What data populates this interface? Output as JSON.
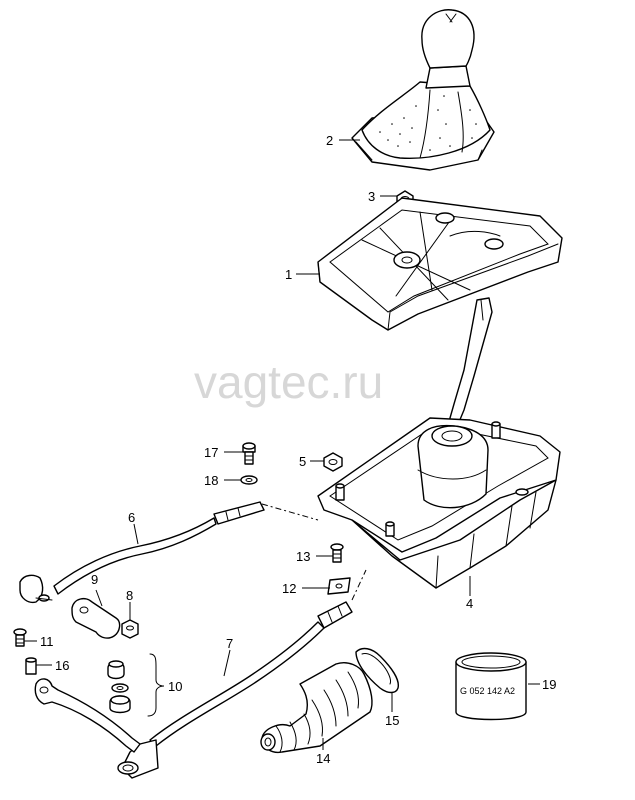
{
  "watermark": "vagtec.ru",
  "part_stamp": "G 052 142 A2",
  "labels": {
    "p1": "1",
    "p2": "2",
    "p3": "3",
    "p4": "4",
    "p5": "5",
    "p6": "6",
    "p7": "7",
    "p8": "8",
    "p9": "9",
    "p10": "10",
    "p11": "11",
    "p12": "12",
    "p13": "13",
    "p14": "14",
    "p15": "15",
    "p16": "16",
    "p17": "17",
    "p18": "18",
    "p19": "19"
  }
}
